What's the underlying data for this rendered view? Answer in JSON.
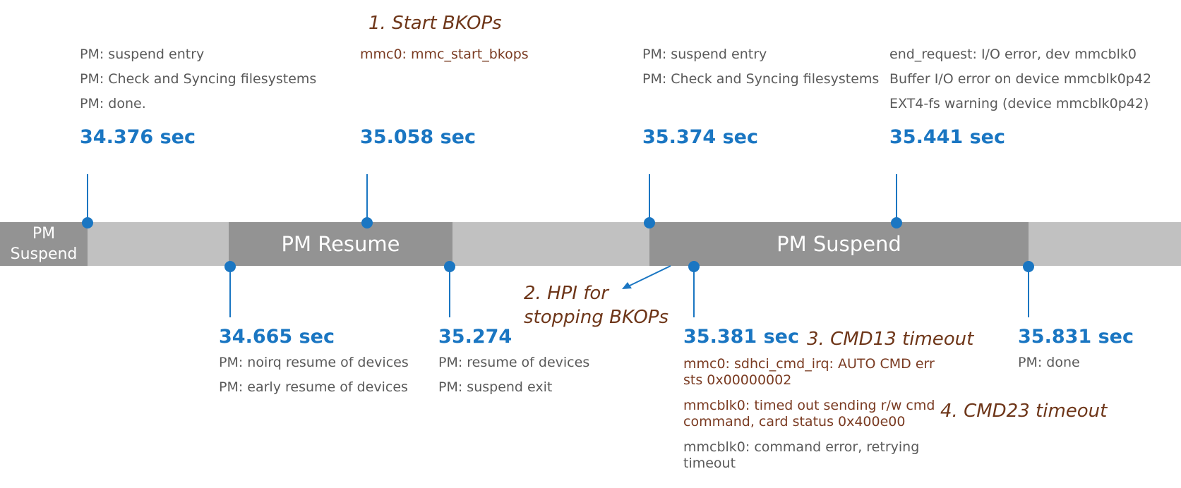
{
  "colors": {
    "accent_blue": "#1a76c2",
    "bar_light": "#c1c1c1",
    "bar_dark": "#939393",
    "note_brown": "#6e3619",
    "log_gray": "#5a5a5a"
  },
  "bar": {
    "segments": [
      {
        "label": "PM\nSuspend"
      },
      {
        "label": "PM Resume"
      },
      {
        "label": "PM Suspend"
      }
    ]
  },
  "events_top": [
    {
      "time": "34.376 sec",
      "logs": [
        "PM: suspend entry",
        "PM: Check and Syncing filesystems",
        "PM: done."
      ]
    },
    {
      "time": "35.058 sec",
      "logs": [
        "mmc0: mmc_start_bkops"
      ]
    },
    {
      "time": "35.374 sec",
      "logs": [
        "PM: suspend entry",
        "PM: Check and Syncing filesystems"
      ]
    },
    {
      "time": "35.441 sec",
      "logs": [
        "end_request: I/O error, dev mmcblk0",
        "Buffer I/O error on device mmcblk0p42",
        "EXT4-fs warning (device mmcblk0p42)"
      ]
    }
  ],
  "events_bottom": [
    {
      "time": "34.665 sec",
      "logs": [
        "PM: noirq resume of devices",
        "PM: early resume of devices"
      ]
    },
    {
      "time": "35.274",
      "logs": [
        "PM: resume of devices",
        "PM: suspend exit"
      ]
    },
    {
      "time": "35.381 sec",
      "logs": [
        "mmc0: sdhci_cmd_irq: AUTO CMD err sts 0x00000002",
        "mmcblk0: timed out sending r/w cmd command, card status 0x400e00",
        "mmcblk0: command error, retrying timeout"
      ]
    },
    {
      "time": "35.831 sec",
      "logs": [
        "PM: done"
      ]
    }
  ],
  "notes": {
    "n1": "1. Start BKOPs",
    "n2": "2. HPI for\nstopping BKOPs",
    "n3": "3. CMD13 timeout",
    "n4": "4. CMD23 timeout"
  }
}
